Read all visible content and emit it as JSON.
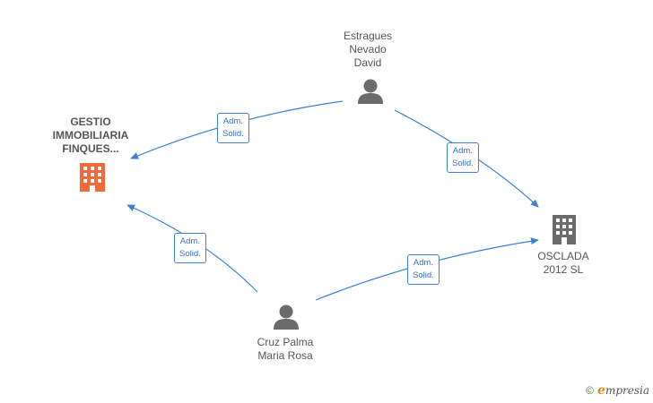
{
  "nodes": {
    "gestio": {
      "lines": [
        "GESTIO",
        "IMMOBILIARIA",
        "FINQUES..."
      ],
      "kind": "company-highlighted"
    },
    "osclada": {
      "lines": [
        "OSCLADA",
        "2012  SL"
      ],
      "kind": "company"
    },
    "estragues": {
      "lines": [
        "Estragues",
        "Nevado",
        "David"
      ],
      "kind": "person"
    },
    "cruz": {
      "lines": [
        "Cruz Palma",
        "Maria Rosa"
      ],
      "kind": "person"
    }
  },
  "edges": [
    {
      "from": "estragues",
      "to": "gestio",
      "label": [
        "Adm.",
        "Solid."
      ]
    },
    {
      "from": "estragues",
      "to": "osclada",
      "label": [
        "Adm.",
        "Solid."
      ]
    },
    {
      "from": "cruz",
      "to": "gestio",
      "label": [
        "Adm.",
        "Solid."
      ]
    },
    {
      "from": "cruz",
      "to": "osclada",
      "label": [
        "Adm.",
        "Solid."
      ]
    }
  ],
  "colors": {
    "edge": "#3b7fd6",
    "highlight_company": "#f26a3a",
    "icon_gray": "#6b6b6b"
  },
  "footer": {
    "copyright": "©",
    "brand_initial": "e",
    "brand_rest": "mpresia"
  }
}
